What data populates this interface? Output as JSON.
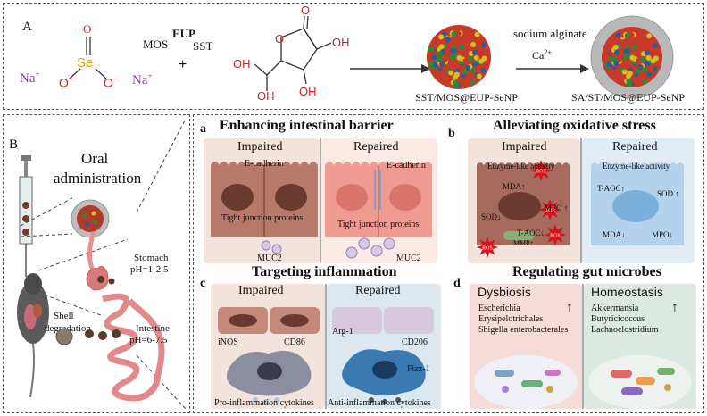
{
  "panelA": {
    "label": "A",
    "na1": "Na",
    "na_sup": "+",
    "na2": "Na",
    "se": "Se",
    "o_top": "O",
    "o_left": "O",
    "o_right": "O",
    "minus": "−",
    "mos": "MOS",
    "eup": "EUP",
    "sst": "SST",
    "plus": "+",
    "oh1": "OH",
    "oh2": "OH",
    "oh3": "OH",
    "o_ring": "O",
    "o_keto": "O",
    "nano1_label": "SST/MOS@EUP-SeNP",
    "sodium_alginate": "sodium alginate",
    "ca": "Ca",
    "ca_sup": "2+",
    "nano2_label": "SA/ST/MOS@EUP-SeNP"
  },
  "panelB": {
    "label": "B",
    "oral_line1": "Oral",
    "oral_line2": "administration",
    "stomach_line1": "Stomach",
    "stomach_line2": "pH=1-2.5",
    "shell_line1": "Shell",
    "shell_line2": "degradation",
    "intestine_line1": "Intestine",
    "intestine_line2": "pH=6-7.5"
  },
  "sub_a": {
    "letter": "a",
    "title": "Enhancing intestinal barrier",
    "impaired": "Impaired",
    "repaired": "Repaired",
    "ecad1": "E-cadherin",
    "ecad2": "E-cadherin",
    "tj1": "Tight junction proteins",
    "tj2": "Tight junction proteins",
    "muc1": "MUC2",
    "muc2": "MUC2"
  },
  "sub_b": {
    "letter": "b",
    "title": "Alleviating oxidative stress",
    "impaired": "Impaired",
    "repaired": "Repaired",
    "enz1": "Enzyme-like activity",
    "enz2": "Enzyme-like activity",
    "mda1": "MDA↑",
    "sod1": "SOD↓",
    "mpo1": "MPO ↑",
    "taoc1": "T-AOC↓",
    "mmp": "MMP↑",
    "taoc2": "T-AOC↑",
    "sod2": "SOD ↑",
    "mda2": "MDA↓",
    "mpo2": "MPO↓",
    "ros": "ROS"
  },
  "sub_c": {
    "letter": "c",
    "title": "Targeting inflammation",
    "impaired": "Impaired",
    "repaired": "Repaired",
    "inos": "iNOS",
    "cd86": "CD86",
    "arg1": "Arg-1",
    "cd206": "CD206",
    "fizz1": "Fizz-1",
    "pro": "Pro-inflammation cytokines",
    "anti": "Anti-inflammation cytokines"
  },
  "sub_d": {
    "letter": "d",
    "title": "Regulating gut microbes",
    "dysbiosis": "Dysbiosis",
    "homeostasis": "Homeostasis",
    "dys1": "Escherichia",
    "dys2": "Erysipelotrichales",
    "dys3": "Shigella enterobacterales",
    "hom1": "Akkermansia",
    "hom2": "Butyricicoccus",
    "hom3": "Lachnoclostridium",
    "up": "↑"
  }
}
